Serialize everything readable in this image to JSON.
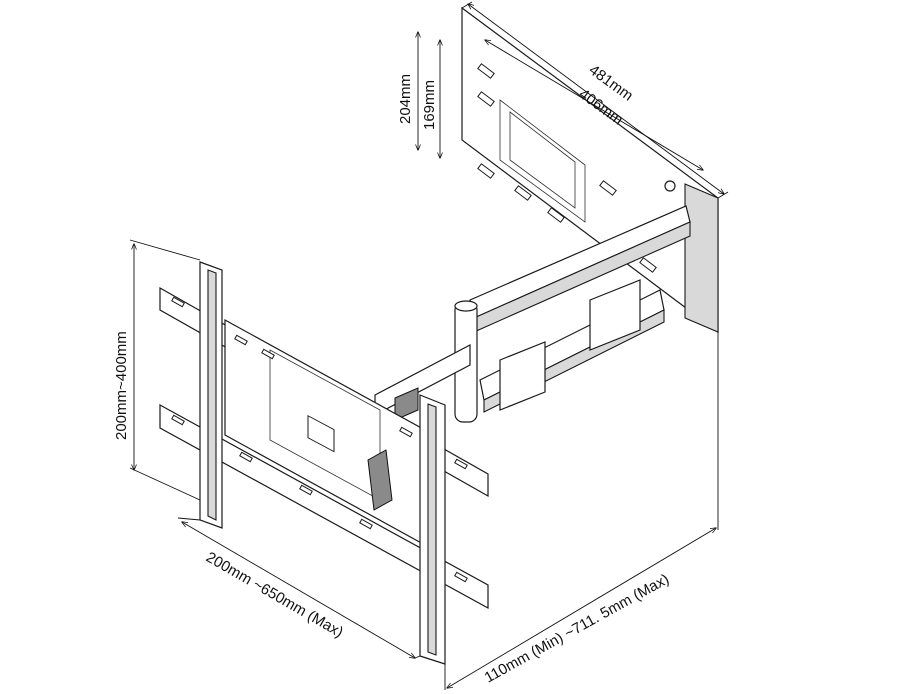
{
  "dimensions": {
    "plate_outer_width": "481mm",
    "plate_hole_width": "406mm",
    "plate_outer_height": "204mm",
    "plate_hole_height": "169mm",
    "vesa_vertical": "200mm~400mm",
    "vesa_horizontal": "200mm ~650mm (Max)",
    "extension": "110mm (Min) ~711. 5mm (Max)"
  },
  "colors": {
    "line": "#1a1a1a",
    "metal_fill": "#d9d9d9",
    "background": "#ffffff"
  }
}
